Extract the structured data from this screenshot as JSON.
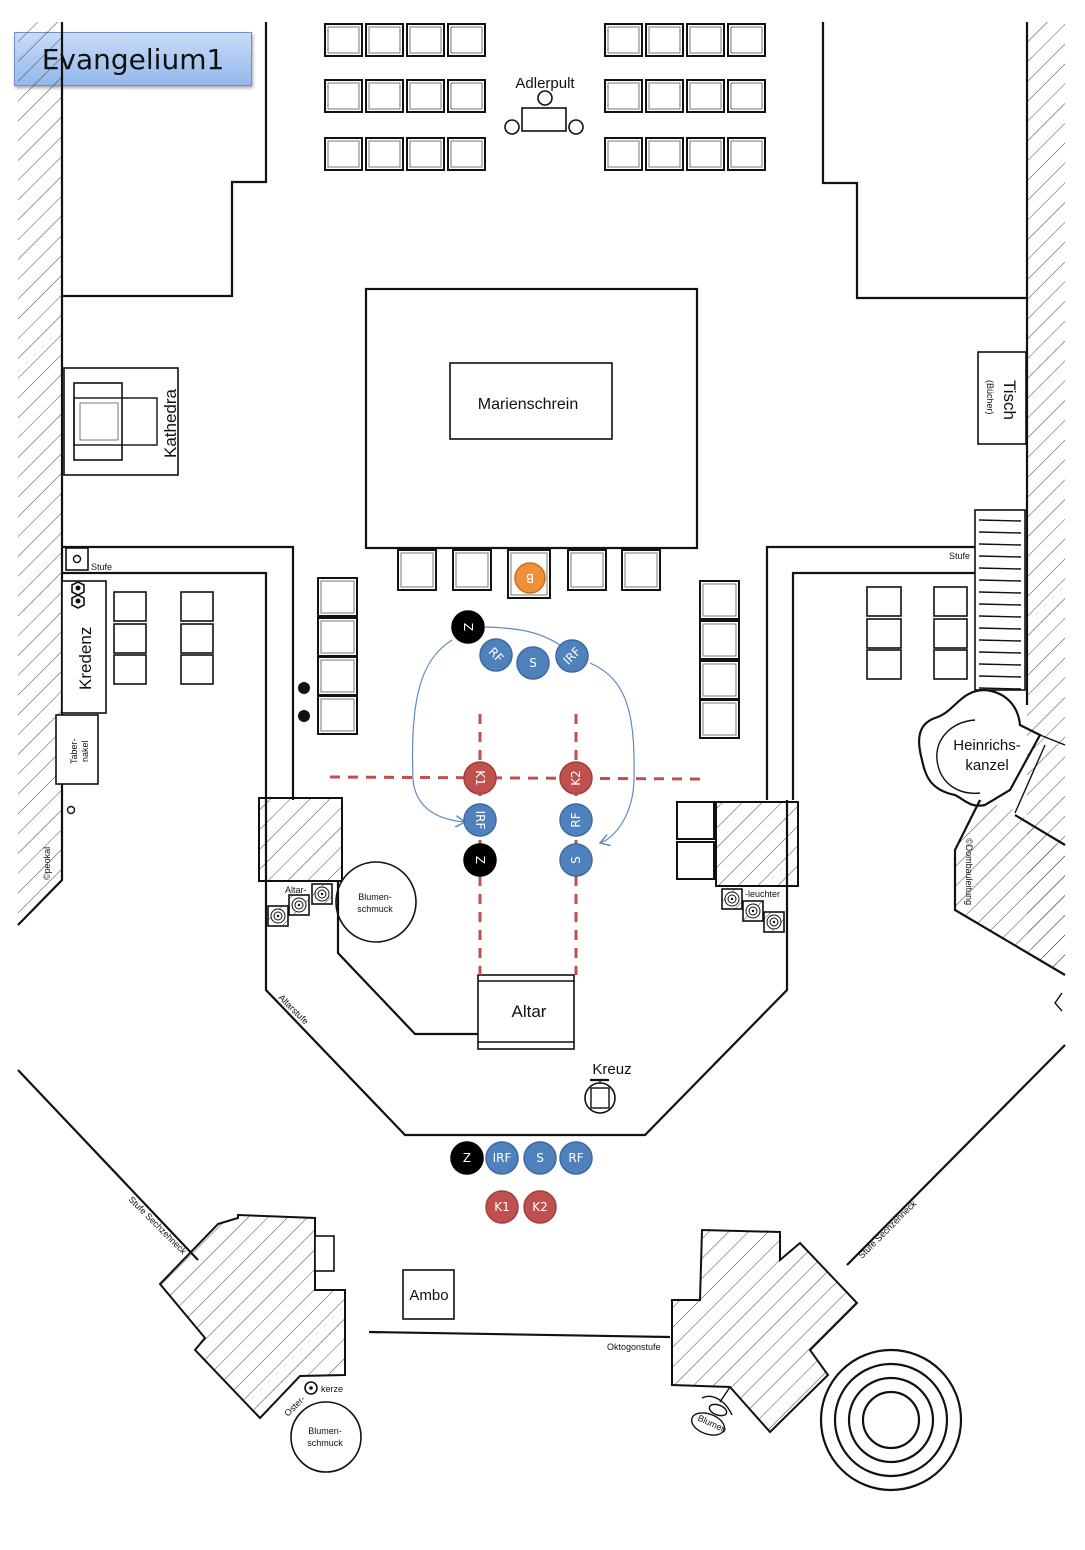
{
  "title": "Evangelium1",
  "colors": {
    "priest_orange": "#f0913a",
    "server_blue": "#4f81bd",
    "candle_red": "#c0504d",
    "thurifer_black": "#000000",
    "route_blue": "#5b8ac4",
    "title_bg": "#a9c6f1"
  },
  "labels": {
    "adlerpult": "Adlerpult",
    "marienschrein": "Marienschrein",
    "kathedra": "Kathedra",
    "tisch": "Tisch",
    "tisch_sub": "(Bücher)",
    "stufe_left": "Stufe",
    "stufe_right": "Stufe",
    "kredenz": "Kredenz",
    "tabernakel_1": "Taber-",
    "tabernakel_2": "nakel",
    "heinrichskanzel_1": "Heinrichs-",
    "heinrichskanzel_2": "kanzel",
    "copyright_left": "©peokal",
    "copyright_right": "©Dombauleitung",
    "altar_leuchter_left": "Altar-",
    "altar_leuchter_right": "-leuchter",
    "blumenschmuck_1": "Blumen-",
    "blumenschmuck_2": "schmuck",
    "altarstufe": "Altarstufe",
    "altar": "Altar",
    "kreuz": "Kreuz",
    "ambo": "Ambo",
    "stufe_sechzehneck_left": "Stufe Sechzehneck",
    "stufe_sechzehneck_right": "Stufe Sechzehneck",
    "oktogonstufe": "Oktogonstufe",
    "osterkerze_1": "Oster-",
    "osterkerze_2": "kerze",
    "blumen_bottom": "Blumen",
    "blumenschmuck_bottom_1": "Blumen-",
    "blumenschmuck_bottom_2": "schmuck"
  },
  "participants": {
    "bishop": {
      "label": "B",
      "role": "Bischof"
    },
    "upper_group": [
      {
        "label": "Z",
        "type": "black"
      },
      {
        "label": "RF",
        "type": "blue"
      },
      {
        "label": "S",
        "type": "blue"
      },
      {
        "label": "IRF",
        "type": "blue"
      }
    ],
    "middle_left_column": [
      {
        "label": "K1",
        "type": "red"
      },
      {
        "label": "IRF",
        "type": "blue"
      },
      {
        "label": "Z",
        "type": "black"
      }
    ],
    "middle_right_column": [
      {
        "label": "K2",
        "type": "red"
      },
      {
        "label": "RF",
        "type": "blue"
      },
      {
        "label": "S",
        "type": "blue"
      }
    ],
    "lower_row": [
      {
        "label": "Z",
        "type": "black"
      },
      {
        "label": "IRF",
        "type": "blue"
      },
      {
        "label": "S",
        "type": "blue"
      },
      {
        "label": "RF",
        "type": "blue"
      }
    ],
    "lower_row_2": [
      {
        "label": "K1",
        "type": "red"
      },
      {
        "label": "K2",
        "type": "red"
      }
    ]
  }
}
